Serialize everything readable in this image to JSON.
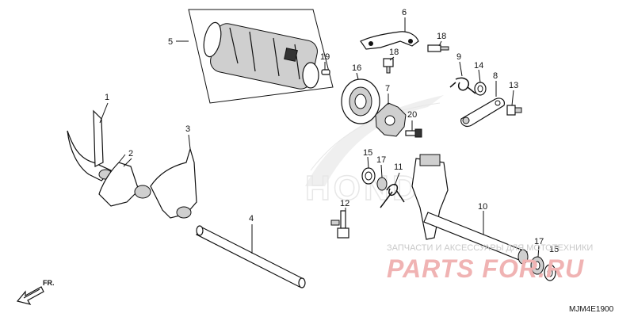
{
  "diagram": {
    "callouts": {
      "c1": "1",
      "c2": "2",
      "c3": "3",
      "c4": "4",
      "c5": "5",
      "c6": "6",
      "c7": "7",
      "c8": "8",
      "c9": "9",
      "c10": "10",
      "c11": "11",
      "c12": "12",
      "c13": "13",
      "c14": "14",
      "c15a": "15",
      "c15b": "15",
      "c16": "16",
      "c17a": "17",
      "c17b": "17",
      "c18a": "18",
      "c18b": "18",
      "c19": "19",
      "c20": "20"
    },
    "direction_label": "FR.",
    "diagram_code": "MJM4E1900",
    "brand_mark": "HONDA"
  },
  "watermark": {
    "tagline": "ЗАПЧАСТИ И АКСЕССУАРЫ ДЛЯ МОТОТЕХНИКИ",
    "brand": "PARTS FOR.RU",
    "color": "#e07070"
  }
}
